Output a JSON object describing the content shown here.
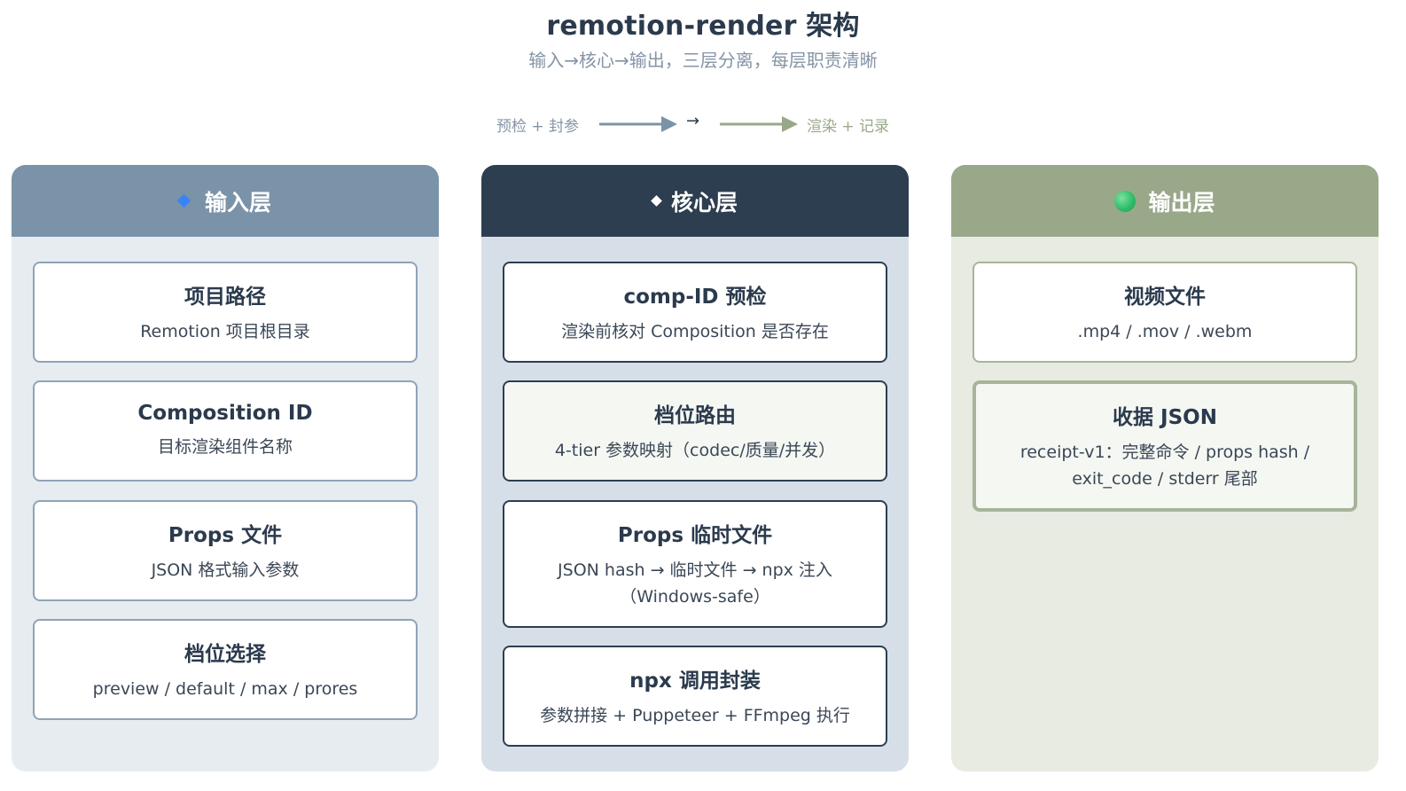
{
  "header": {
    "title": "remotion-render 架构",
    "subtitle": "输入→核心→输出，三层分离，每层职责清晰"
  },
  "flow": {
    "left_label": "预检 + 封参",
    "mid_label": "→",
    "right_label": "渲染 + 记录"
  },
  "colors": {
    "input_header": "#7b93a8",
    "core_header": "#2c3e50",
    "output_header": "#9aa88a"
  },
  "columns": {
    "input": {
      "title": "输入层",
      "icon": "blue-diamond-icon",
      "cards": [
        {
          "title": "项目路径",
          "desc": "Remotion 项目根目录"
        },
        {
          "title": "Composition ID",
          "desc": "目标渲染组件名称"
        },
        {
          "title": "Props 文件",
          "desc": "JSON 格式输入参数"
        },
        {
          "title": "档位选择",
          "desc": "preview / default / max / prores"
        }
      ]
    },
    "core": {
      "title": "核心层",
      "icon": "white-diamond-icon",
      "cards": [
        {
          "title": "comp-ID 预检",
          "desc": "渲染前核对 Composition 是否存在"
        },
        {
          "title": "档位路由",
          "desc": "4-tier 参数映射（codec/质量/并发）"
        },
        {
          "title": "Props 临时文件",
          "desc": "JSON hash → 临时文件 → npx 注入（Windows-safe）"
        },
        {
          "title": "npx 调用封装",
          "desc": "参数拼接 + Puppeteer + FFmpeg 执行"
        }
      ]
    },
    "output": {
      "title": "输出层",
      "icon": "green-circle-icon",
      "cards": [
        {
          "title": "视频文件",
          "desc": ".mp4 / .mov / .webm"
        },
        {
          "title": "收据 JSON",
          "desc": "receipt-v1：完整命令 / props hash / exit_code / stderr 尾部"
        }
      ]
    }
  }
}
